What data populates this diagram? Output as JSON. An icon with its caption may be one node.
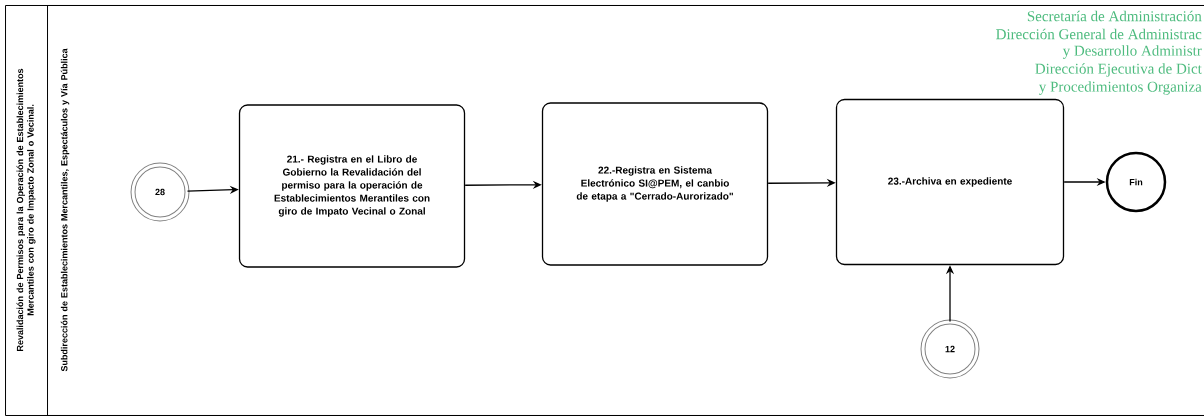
{
  "diagram": {
    "nodes": [
      {
        "text": [
          "Revalidación de Permisos para la Operación de Establecimientos Mercantiles con giro de Impacto Zonal o Vecinal."
        ]
      },
      {
        "text": [
          "Subdirección de Establecimientos Mercantiles, Espectáculos y Vía Pública"
        ],
        "in": 0
      },
      {
        "text": [
          "28"
        ],
        "in": 1
      },
      {
        "text": [
          "21.- Registra en el Libro de Gobierno la Revalidación del permiso para la operación de Establecimientos Merantiles con giro de Impato Vecinal o Zonal"
        ],
        "in": 1
      },
      {
        "text": [
          "22.-Registra en Sistema Electrónico SI@PEM, el canbio de etapa a \"Cerrado-Aurorizado\""
        ],
        "in": 1
      },
      {
        "text": [
          "23.-Archiva en expediente"
        ],
        "in": 1
      },
      {
        "text": [
          "Fin"
        ],
        "in": 1
      },
      {
        "text": [
          "12"
        ],
        "in": 1
      }
    ],
    "edges": [
      {
        "from": 2,
        "to": 3,
        "arrow": "to"
      },
      {
        "from": 3,
        "to": 4,
        "arrow": "to"
      },
      {
        "from": 4,
        "to": 5,
        "arrow": "to"
      },
      {
        "from": 5,
        "to": 6,
        "arrow": "to"
      },
      {
        "from": 7,
        "to": 5,
        "arrow": "to"
      }
    ],
    "labels": [
      "Secretaría  de Administración",
      "Dirección General de Administrac",
      "y Desarrollo Administr",
      "Dirección Ejecutiva de Dict",
      "y Procedimientos Organiza"
    ]
  }
}
